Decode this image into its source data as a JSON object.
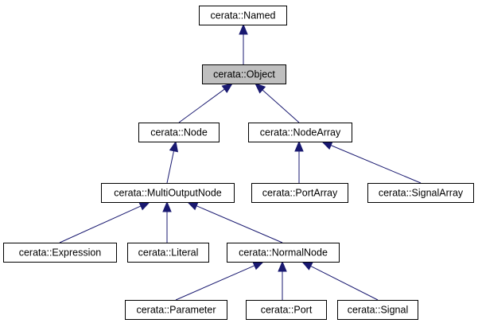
{
  "diagram": {
    "type": "class-inheritance",
    "colors": {
      "edge": "#191970",
      "node_border": "#000000",
      "node_fill": "#ffffff",
      "highlight_fill": "#bfbfbf"
    },
    "nodes": [
      {
        "id": "named",
        "label": "cerata::Named",
        "highlight": false
      },
      {
        "id": "object",
        "label": "cerata::Object",
        "highlight": true
      },
      {
        "id": "node",
        "label": "cerata::Node",
        "highlight": false
      },
      {
        "id": "nodearray",
        "label": "cerata::NodeArray",
        "highlight": false
      },
      {
        "id": "multioutputnode",
        "label": "cerata::MultiOutputNode",
        "highlight": false
      },
      {
        "id": "portarray",
        "label": "cerata::PortArray",
        "highlight": false
      },
      {
        "id": "signalarray",
        "label": "cerata::SignalArray",
        "highlight": false
      },
      {
        "id": "expression",
        "label": "cerata::Expression",
        "highlight": false
      },
      {
        "id": "literal",
        "label": "cerata::Literal",
        "highlight": false
      },
      {
        "id": "normalnode",
        "label": "cerata::NormalNode",
        "highlight": false
      },
      {
        "id": "parameter",
        "label": "cerata::Parameter",
        "highlight": false
      },
      {
        "id": "port",
        "label": "cerata::Port",
        "highlight": false
      },
      {
        "id": "signal",
        "label": "cerata::Signal",
        "highlight": false
      }
    ],
    "edges": [
      {
        "from": "object",
        "to": "named"
      },
      {
        "from": "node",
        "to": "object"
      },
      {
        "from": "nodearray",
        "to": "object"
      },
      {
        "from": "multioutputnode",
        "to": "node"
      },
      {
        "from": "portarray",
        "to": "nodearray"
      },
      {
        "from": "signalarray",
        "to": "nodearray"
      },
      {
        "from": "expression",
        "to": "multioutputnode"
      },
      {
        "from": "literal",
        "to": "multioutputnode"
      },
      {
        "from": "normalnode",
        "to": "multioutputnode"
      },
      {
        "from": "parameter",
        "to": "normalnode"
      },
      {
        "from": "port",
        "to": "normalnode"
      },
      {
        "from": "signal",
        "to": "normalnode"
      }
    ]
  }
}
